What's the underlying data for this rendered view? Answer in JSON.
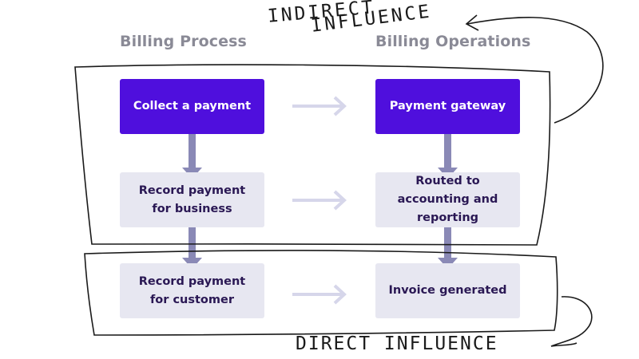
{
  "columns": {
    "left_title": "Billing Process",
    "right_title": "Billing Operations"
  },
  "boxes": {
    "collect_payment": "Collect a payment",
    "payment_gateway": "Payment gateway",
    "record_business": "Record payment for business",
    "routed_accounting": "Routed to accounting and reporting",
    "record_customer": "Record payment for customer",
    "invoice_generated": "Invoice generated"
  },
  "annotations": {
    "indirect_line1": "INDIRECT",
    "indirect_line2": "INFLUENCE",
    "direct": "DIRECT INFLUENCE"
  },
  "colors": {
    "primary_box": "#4f0fdd",
    "secondary_box": "#e7e7f1",
    "down_arrow": "#8a89b6",
    "side_arrow": "#d6d6ea",
    "heading": "#8a8a96"
  }
}
